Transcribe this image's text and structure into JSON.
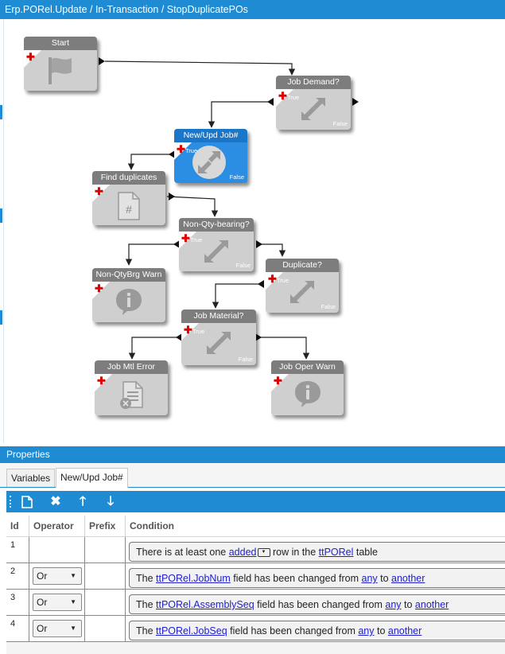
{
  "window": {
    "title": "Erp.PORel.Update / In-Transaction / StopDuplicatePOs"
  },
  "flow": {
    "true_label": "True",
    "false_label": "False",
    "nodes": {
      "start": {
        "title": "Start",
        "icon": "flag-icon"
      },
      "job_demand": {
        "title": "Job Demand?",
        "icon": "condition-arrows-icon"
      },
      "new_upd_job": {
        "title": "New/Upd Job#",
        "icon": "condition-arrows-icon",
        "selected": true
      },
      "find_duplicates": {
        "title": "Find duplicates",
        "icon": "hash-document-icon"
      },
      "non_qty_bearing": {
        "title": "Non-Qty-bearing?",
        "icon": "condition-arrows-icon"
      },
      "duplicate": {
        "title": "Duplicate?",
        "icon": "condition-arrows-icon"
      },
      "non_qtybrg_warn": {
        "title": "Non-QtyBrg Warn",
        "icon": "info-bubble-icon"
      },
      "job_material": {
        "title": "Job Material?",
        "icon": "condition-arrows-icon"
      },
      "job_mtl_error": {
        "title": "Job Mtl Error",
        "icon": "error-document-icon"
      },
      "job_oper_warn": {
        "title": "Job Oper Warn",
        "icon": "info-bubble-icon"
      }
    }
  },
  "properties": {
    "title": "Properties",
    "tabs": [
      {
        "label": "Variables",
        "active": false
      },
      {
        "label": "New/Upd Job#",
        "active": true
      }
    ],
    "toolbar": [
      "new-icon",
      "delete-icon",
      "move-up-icon",
      "move-down-icon"
    ],
    "columns": [
      "Id",
      "Operator",
      "Prefix",
      "Condition"
    ],
    "rows": [
      {
        "id": "1",
        "operator": "",
        "prefix": "",
        "c1": "There is at least one ",
        "c1_link": "added",
        "c2": " row in the ",
        "c2_link": "ttPORel",
        "c3": " table"
      },
      {
        "id": "2",
        "operator": "Or",
        "prefix": "",
        "c1": "The ",
        "c1_link": "ttPORel.JobNum",
        "c2": " field has been changed from ",
        "c2_link": "any",
        "c3": " to ",
        "c3_link": "another"
      },
      {
        "id": "3",
        "operator": "Or",
        "prefix": "",
        "c1": "The ",
        "c1_link": "ttPORel.AssemblySeq",
        "c2": " field has been changed from ",
        "c2_link": "any",
        "c3": " to ",
        "c3_link": "another"
      },
      {
        "id": "4",
        "operator": "Or",
        "prefix": "",
        "c1": "The ",
        "c1_link": "ttPORel.JobSeq",
        "c2": " field has been changed from ",
        "c2_link": "any",
        "c3": " to ",
        "c3_link": "another"
      }
    ]
  },
  "colors": {
    "accent": "#1f8bd2",
    "node": "#cfcfcf",
    "node_header": "#7d7d7d",
    "selected": "#2b8ee3",
    "add_red": "#e00000",
    "link": "#2020cc"
  }
}
